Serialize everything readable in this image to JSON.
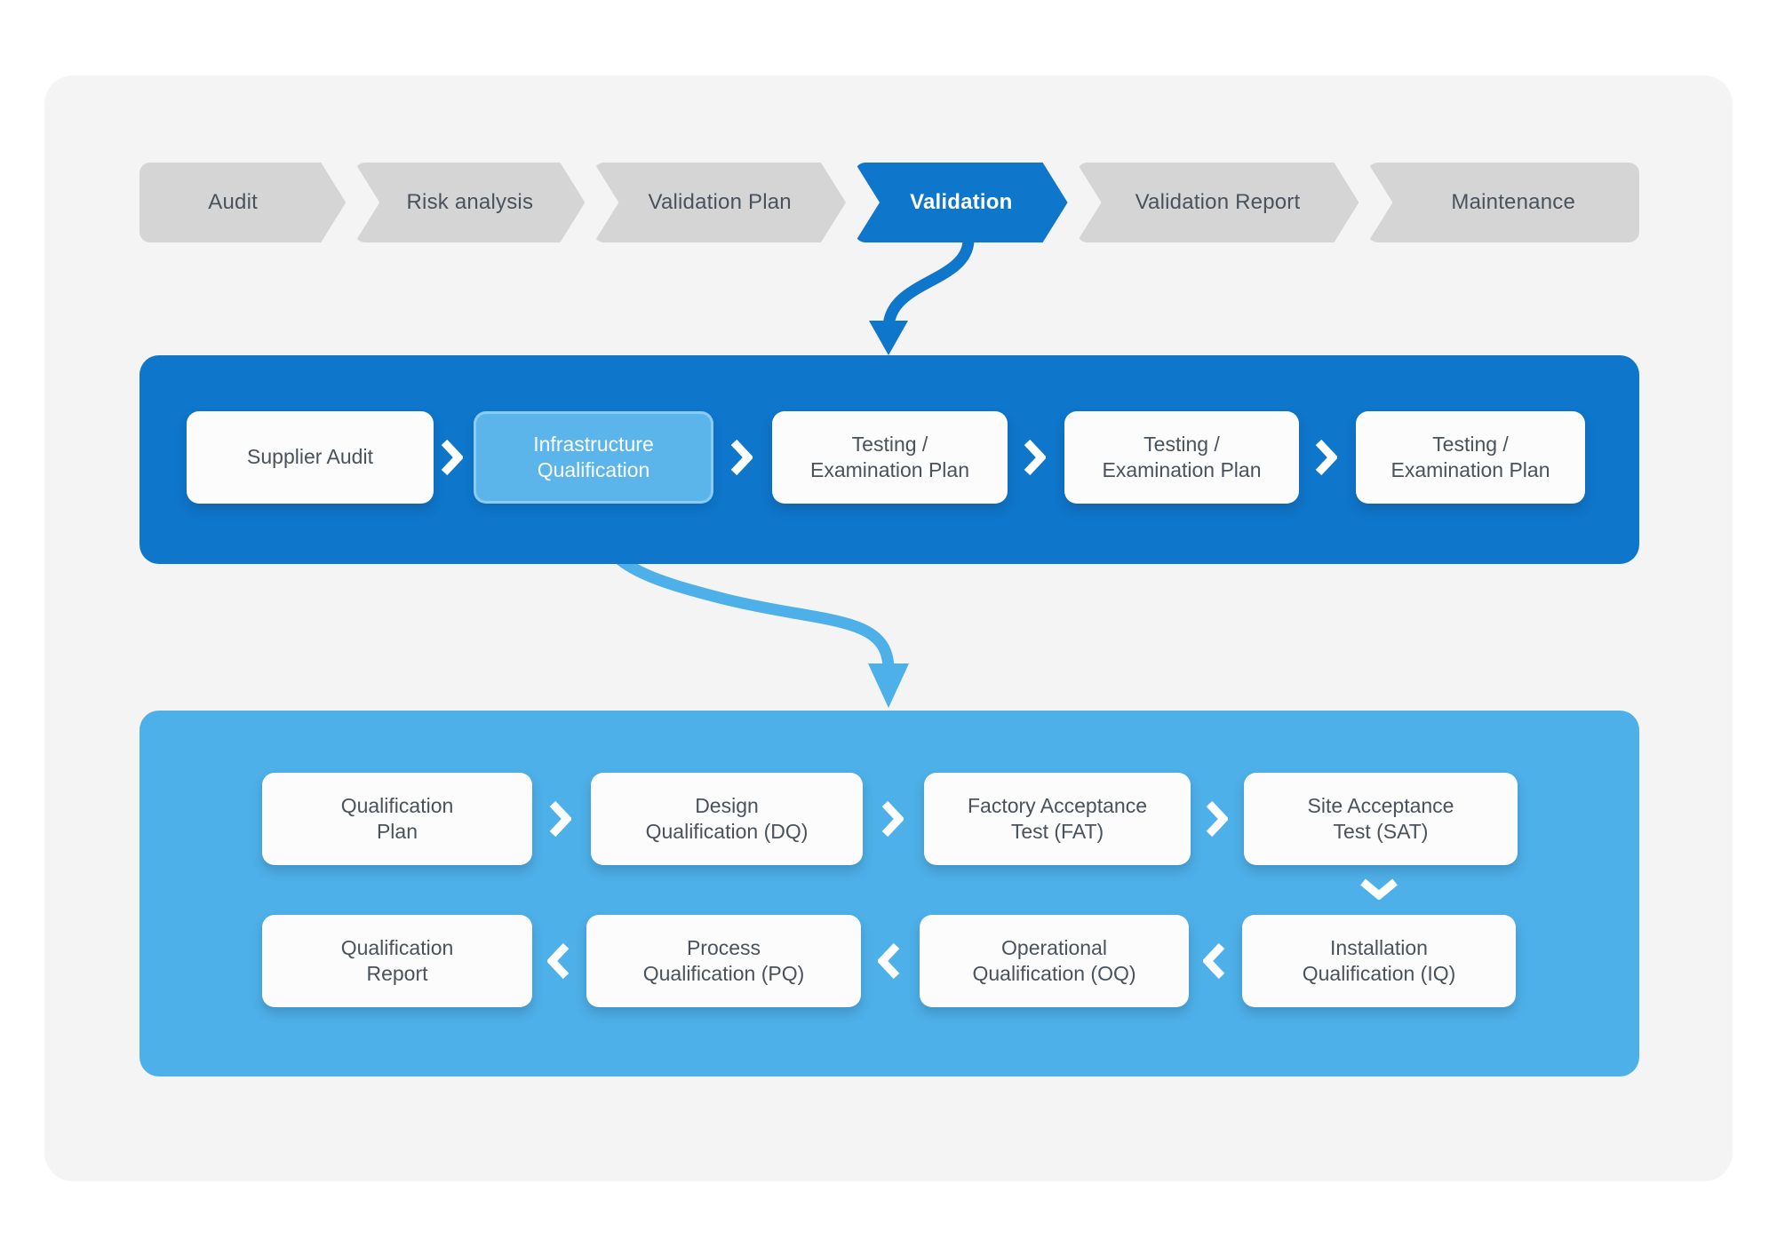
{
  "colors": {
    "page_bg": "#ffffff",
    "card_bg": "#f4f4f5",
    "step_bg": "#d5d5d6",
    "step_text": "#4a525b",
    "primary_blue": "#0e76cb",
    "light_blue": "#4eb0e8",
    "highlight_box_bg": "#5bb5ea",
    "box_bg": "#fcfcfc",
    "box_text": "#4a525b"
  },
  "top_flow": {
    "steps": [
      {
        "label": "Audit",
        "active": false
      },
      {
        "label": "Risk analysis",
        "active": false
      },
      {
        "label": "Validation Plan",
        "active": false
      },
      {
        "label": "Validation",
        "active": true
      },
      {
        "label": "Validation Report",
        "active": false
      },
      {
        "label": "Maintenance",
        "active": false
      }
    ]
  },
  "validation_band": {
    "items": [
      {
        "label": "Supplier Audit",
        "variant": "white"
      },
      {
        "label": "Infrastructure\nQualification",
        "variant": "highlight"
      },
      {
        "label": "Testing /\nExamination Plan",
        "variant": "white"
      },
      {
        "label": "Testing /\nExamination Plan",
        "variant": "white"
      },
      {
        "label": "Testing /\nExamination Plan",
        "variant": "white"
      }
    ]
  },
  "qualification_band": {
    "row1": [
      {
        "label": "Qualification\nPlan"
      },
      {
        "label": "Design\nQualification (DQ)"
      },
      {
        "label": "Factory Acceptance\nTest (FAT)"
      },
      {
        "label": "Site Acceptance\nTest (SAT)"
      }
    ],
    "row2": [
      {
        "label": "Qualification\nReport"
      },
      {
        "label": "Process\nQualification (PQ)"
      },
      {
        "label": "Operational\nQualification (OQ)"
      },
      {
        "label": "Installation\nQualification (IQ)"
      }
    ]
  }
}
